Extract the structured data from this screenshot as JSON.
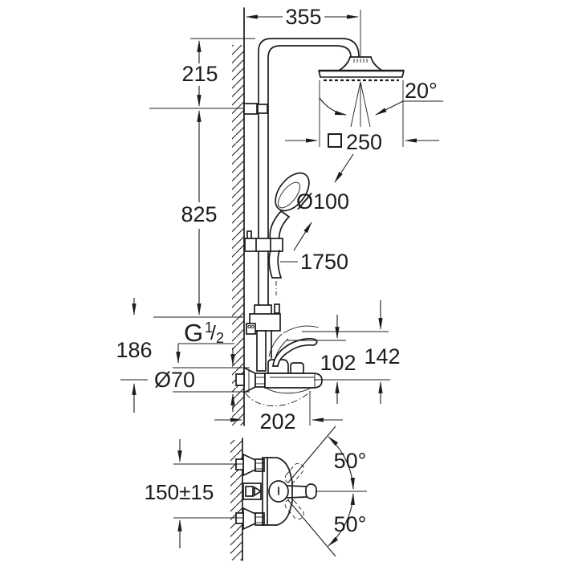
{
  "colors": {
    "background": "#ffffff",
    "line": "#1c1c1c"
  },
  "dims": {
    "arm_projection": "355",
    "head_drop": "215",
    "rail_height": "825",
    "spray_angle": "20°",
    "head_square_symbol": "□",
    "head_size": "250",
    "hand_shower_diameter": "Ø100",
    "hose_length": "1750",
    "thread_letter": "G",
    "thread_numerator": "1",
    "thread_slash": "/",
    "thread_denominator": "2",
    "column_to_outlet": "186",
    "escutcheon_diameter": "Ø70",
    "spout_height": "102",
    "lever_top_height": "142",
    "spout_reach": "202",
    "supply_centers": "150±15",
    "lever_swing_upper": "50°",
    "lever_swing_lower": "50°"
  }
}
